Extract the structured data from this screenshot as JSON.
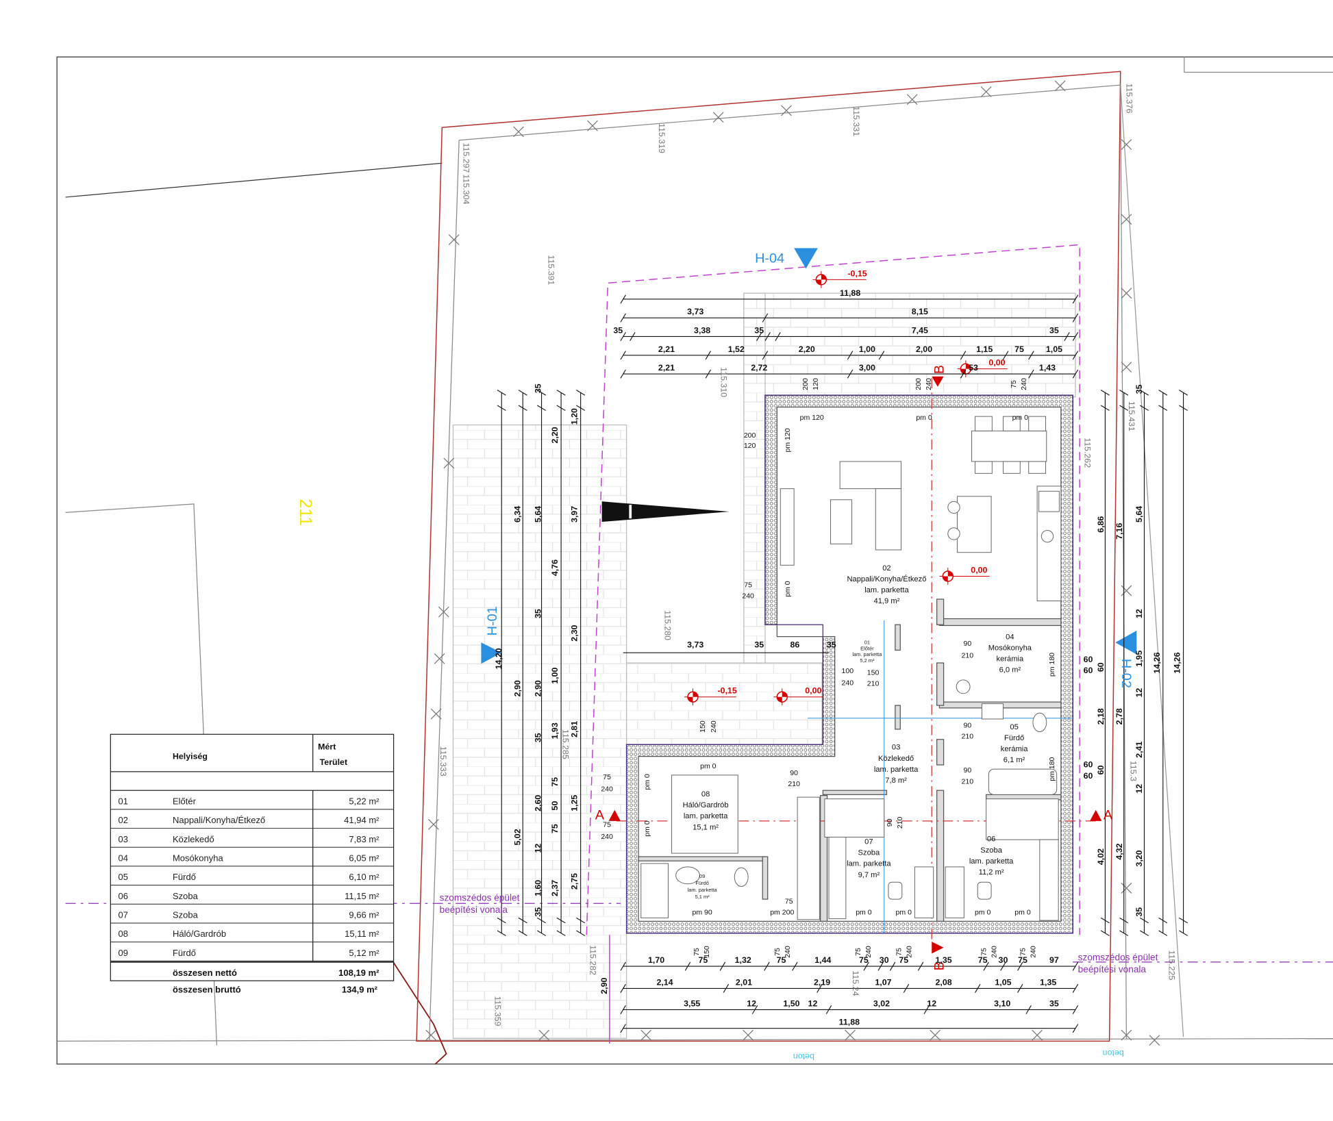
{
  "title_block": {
    "plot_number": "211"
  },
  "room_table": {
    "header_room": "Helyiség",
    "header_area_1": "Mért",
    "header_area_2": "Terület",
    "rows": [
      {
        "no": "01",
        "name": "Előtér",
        "area": "5,22 m²"
      },
      {
        "no": "02",
        "name": "Nappali/Konyha/Étkező",
        "area": "41,94 m²"
      },
      {
        "no": "03",
        "name": "Közlekedő",
        "area": "7,83 m²"
      },
      {
        "no": "04",
        "name": "Mosókonyha",
        "area": "6,05 m²"
      },
      {
        "no": "05",
        "name": "Fürdő",
        "area": "6,10 m²"
      },
      {
        "no": "06",
        "name": "Szoba",
        "area": "11,15 m²"
      },
      {
        "no": "07",
        "name": "Szoba",
        "area": "9,66 m²"
      },
      {
        "no": "08",
        "name": "Háló/Gardrób",
        "area": "15,11 m²"
      },
      {
        "no": "09",
        "name": "Fürdő",
        "area": "5,12 m²"
      }
    ],
    "net_label": "összesen nettó",
    "net_value": "108,19 m²",
    "gross_label": "összesen bruttó",
    "gross_value": "134,9 m²"
  },
  "rooms": [
    {
      "no": "01",
      "name": "Előtér",
      "floor": "lam. parketta",
      "area": "5,2 m²"
    },
    {
      "no": "02",
      "name": "Nappali/Konyha/Étkező",
      "floor": "lam. parketta",
      "area": "41,9 m²"
    },
    {
      "no": "03",
      "name": "Közlekedő",
      "floor": "lam. parketta",
      "area": "7,8 m²"
    },
    {
      "no": "04",
      "name": "Mosókonyha",
      "floor": "kerámia",
      "area": "6,0 m²"
    },
    {
      "no": "05",
      "name": "Fürdő",
      "floor": "kerámia",
      "area": "6,1 m²"
    },
    {
      "no": "06",
      "name": "Szoba",
      "floor": "lam. parketta",
      "area": "11,2 m²"
    },
    {
      "no": "07",
      "name": "Szoba",
      "floor": "lam. parketta",
      "area": "9,7 m²"
    },
    {
      "no": "08",
      "name": "Háló/Gardrób",
      "floor": "lam. parketta",
      "area": "15,1 m²"
    },
    {
      "no": "09",
      "name": "Fürdő",
      "floor": "lam. parketta",
      "area": "5,1 m²"
    }
  ],
  "dims_top": [
    [
      "11,88"
    ],
    [
      "3,73",
      "8,15"
    ],
    [
      "35",
      "3,38",
      "35",
      "7,45",
      "35"
    ],
    [
      "2,21",
      "1,52",
      "2,20",
      "1,00",
      "2,00",
      "1,15",
      "75",
      "1,05"
    ],
    [
      "2,21",
      "2,72",
      "3,00",
      "53",
      "1,43"
    ]
  ],
  "dims_bottom": [
    [
      "1,70",
      "75",
      "1,32",
      "75",
      "1,44",
      "75",
      "30",
      "75",
      "1,35",
      "75",
      "30",
      "75",
      "97"
    ],
    [
      "2,14",
      "2,01",
      "2,19",
      "1,07",
      "2,08",
      "1,05",
      "1,35"
    ],
    [
      "3,55",
      "12",
      "1,50",
      "12",
      "3,02",
      "12",
      "3,10",
      "35"
    ],
    [
      "11,88"
    ]
  ],
  "dims_left": [
    "6,34",
    "2,90",
    "5,02",
    "35",
    "5,64",
    "35",
    "2,90",
    "35",
    "2,60",
    "12",
    "1,60",
    "35",
    "2,20",
    "4,76",
    "1,00",
    "1,93",
    "75",
    "50",
    "75",
    "2,37",
    "1,20",
    "3,97",
    "2,30",
    "2,81",
    "1,25",
    "2,75",
    "14,20",
    "2,90"
  ],
  "dims_right": [
    "6,86",
    "2,18",
    "4,02",
    "7,16",
    "2,78",
    "4,32",
    "35",
    "5,64",
    "12",
    "1,95",
    "12",
    "2,41",
    "12",
    "3,20",
    "35",
    "14,26",
    "14,26",
    "60",
    "60",
    "60",
    "60",
    "60",
    "60"
  ],
  "dims_mid": [
    "3,73",
    "35",
    "86",
    "35"
  ],
  "openings": [
    "200",
    "120",
    "200",
    "240",
    "75",
    "240",
    "pm 120",
    "pm 0",
    "pm 0",
    "200",
    "120",
    "pm 120",
    "75",
    "240",
    "pm 0",
    "90",
    "210",
    "pm 180",
    "100",
    "240",
    "150",
    "210",
    "90",
    "210",
    "150",
    "240",
    "pm 0",
    "75",
    "240",
    "pm 0",
    "90",
    "210",
    "90",
    "210",
    "pm 180",
    "75",
    "240",
    "pm 0",
    "90",
    "210",
    "75",
    "pm 90",
    "pm 200",
    "pm 0",
    "pm 0",
    "pm 0",
    "pm 0",
    "75",
    "150",
    "75",
    "240",
    "75",
    "240",
    "75",
    "240",
    "75",
    "240",
    "75",
    "240"
  ],
  "elevations": [
    "-0,15",
    "0,00",
    "-0,15",
    "0,00",
    "0,00"
  ],
  "sections": {
    "h04": "H-04",
    "h01": "H-01",
    "h02": "H-02",
    "a": "A",
    "b": "B"
  },
  "survey_points": [
    "115.297",
    "115.304",
    "115.319",
    "115.331",
    "115.376",
    "115.391",
    "115.310",
    "115.262",
    "115.431",
    "115.280",
    "115.333",
    "115.285",
    "115.282",
    "115.359",
    "115.24",
    "115.225",
    "115.3"
  ],
  "neighbor_line": {
    "line1": "szomszédos épület",
    "line2": "beépítési vonala"
  },
  "pavement": "beton",
  "colors": {
    "property_line": "#b0302c",
    "building_line": "#c040d0",
    "section_blue": "#2b8fe0",
    "elevation_red": "#d40000",
    "plot_number": "#f3e600"
  }
}
